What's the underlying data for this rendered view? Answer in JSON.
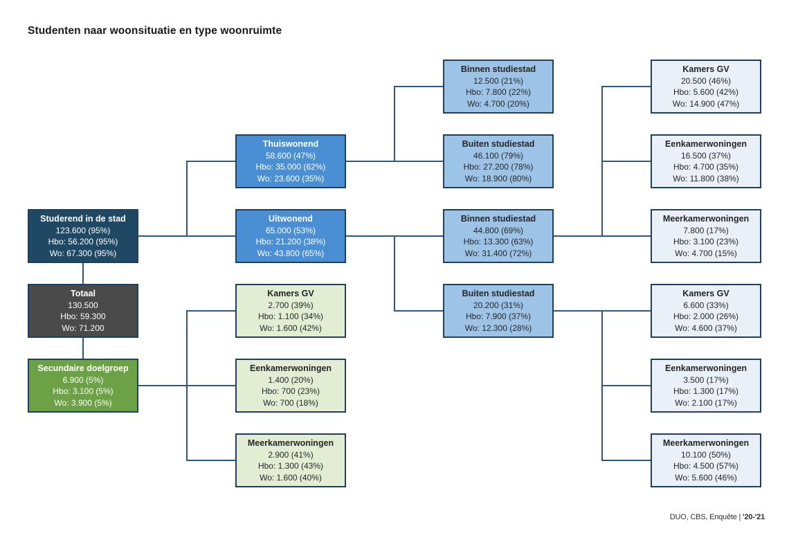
{
  "title": "Studenten naar woonsituatie en type woonruimte",
  "footer": {
    "source": "DUO, CBS, Enquête |",
    "period": "'20-'21"
  },
  "colors": {
    "navy": "#1F4864",
    "gray": "#4A4A4A",
    "green": "#6DA145",
    "blue": "#4A8FD3",
    "light_green": "#E3EDD4",
    "mid_blue": "#9DC3E6",
    "pale_blue": "#EAF0F8",
    "border": "#1F3F5F",
    "line": "#2E5878"
  },
  "nodes": [
    {
      "id": "stad",
      "title": "Studerend in de stad",
      "lines": [
        "123.600 (95%)",
        "Hbo: 56.200 (95%)",
        "Wo: 67.300 (95%)"
      ],
      "style": "navy",
      "col": 0,
      "row": 2
    },
    {
      "id": "totaal",
      "title": "Totaal",
      "lines": [
        "130.500",
        "Hbo: 59.300",
        "Wo: 71.200"
      ],
      "style": "gray",
      "col": 0,
      "row": 3
    },
    {
      "id": "secundair",
      "title": "Secundaire doelgroep",
      "lines": [
        "6.900 (5%)",
        "Hbo: 3.100 (5%)",
        "Wo: 3.900 (5%)"
      ],
      "style": "green",
      "col": 0,
      "row": 4
    },
    {
      "id": "thuis",
      "title": "Thuiswonend",
      "lines": [
        "58.600 (47%)",
        "Hbo: 35.000 (62%)",
        "Wo: 23.600 (35%)"
      ],
      "style": "blue",
      "col": 1,
      "row": 1
    },
    {
      "id": "uit",
      "title": "Uitwonend",
      "lines": [
        "65.000 (53%)",
        "Hbo: 21.200 (38%)",
        "Wo: 43.800 (65%)"
      ],
      "style": "blue",
      "col": 1,
      "row": 2
    },
    {
      "id": "kgv_sec",
      "title": "Kamers GV",
      "lines": [
        "2.700 (39%)",
        "Hbo: 1.100 (34%)",
        "Wo: 1.600 (42%)"
      ],
      "style": "lightgreen",
      "col": 1,
      "row": 3
    },
    {
      "id": "eenk_sec",
      "title": "Eenkamerwoningen",
      "lines": [
        "1.400 (20%)",
        "Hbo: 700 (23%)",
        "Wo: 700 (18%)"
      ],
      "style": "lightgreen",
      "col": 1,
      "row": 4
    },
    {
      "id": "meerk_sec",
      "title": "Meerkamerwoningen",
      "lines": [
        "2.900 (41%)",
        "Hbo: 1.300 (43%)",
        "Wo: 1.600 (40%)"
      ],
      "style": "lightgreen",
      "col": 1,
      "row": 5
    },
    {
      "id": "binnen1",
      "title": "Binnen studiestad",
      "lines": [
        "12.500 (21%)",
        "Hbo: 7.800 (22%)",
        "Wo: 4.700 (20%)"
      ],
      "style": "midblue",
      "col": 2,
      "row": 0
    },
    {
      "id": "buiten1",
      "title": "Buiten studiestad",
      "lines": [
        "46.100 (79%)",
        "Hbo: 27.200 (78%)",
        "Wo: 18.900 (80%)"
      ],
      "style": "midblue",
      "col": 2,
      "row": 1
    },
    {
      "id": "binnen2",
      "title": "Binnen studiestad",
      "lines": [
        "44.800 (69%)",
        "Hbo: 13.300 (63%)",
        "Wo: 31.400 (72%)"
      ],
      "style": "midblue",
      "col": 2,
      "row": 2
    },
    {
      "id": "buiten2",
      "title": "Buiten studiestad",
      "lines": [
        "20.200 (31%)",
        "Hbo: 7.900 (37%)",
        "Wo: 12.300 (28%)"
      ],
      "style": "midblue",
      "col": 2,
      "row": 3
    },
    {
      "id": "kgv1",
      "title": "Kamers GV",
      "lines": [
        "20.500 (46%)",
        "Hbo: 5.600 (42%)",
        "Wo: 14.900 (47%)"
      ],
      "style": "paleblue",
      "col": 3,
      "row": 0
    },
    {
      "id": "eenk1",
      "title": "Eenkamerwoningen",
      "lines": [
        "16.500 (37%)",
        "Hbo: 4.700 (35%)",
        "Wo: 11.800 (38%)"
      ],
      "style": "paleblue",
      "col": 3,
      "row": 1
    },
    {
      "id": "meerk1",
      "title": "Meerkamerwoningen",
      "lines": [
        "7.800 (17%)",
        "Hbo: 3.100 (23%)",
        "Wo: 4.700 (15%)"
      ],
      "style": "paleblue",
      "col": 3,
      "row": 2
    },
    {
      "id": "kgv2",
      "title": "Kamers GV",
      "lines": [
        "6.600 (33%)",
        "Hbo: 2.000 (26%)",
        "Wo: 4.600 (37%)"
      ],
      "style": "paleblue",
      "col": 3,
      "row": 3
    },
    {
      "id": "eenk2",
      "title": "Eenkamerwoningen",
      "lines": [
        "3.500 (17%)",
        "Hbo: 1.300 (17%)",
        "Wo: 2.100 (17%)"
      ],
      "style": "paleblue",
      "col": 3,
      "row": 4
    },
    {
      "id": "meerk2",
      "title": "Meerkamerwoningen",
      "lines": [
        "10.100 (50%)",
        "Hbo: 4.500 (57%)",
        "Wo: 5.600 (46%)"
      ],
      "style": "paleblue",
      "col": 3,
      "row": 5
    }
  ],
  "edges": [
    {
      "from": "stad",
      "to": [
        "thuis",
        "uit"
      ]
    },
    {
      "from": "secundair",
      "to": [
        "kgv_sec",
        "eenk_sec",
        "meerk_sec"
      ]
    },
    {
      "from": "thuis",
      "to": [
        "binnen1",
        "buiten1"
      ]
    },
    {
      "from": "uit",
      "to": [
        "binnen2",
        "buiten2"
      ]
    },
    {
      "from": "binnen2",
      "to": [
        "kgv1",
        "eenk1",
        "meerk1"
      ]
    },
    {
      "from": "buiten2",
      "to": [
        "kgv2",
        "eenk2",
        "meerk2"
      ]
    }
  ],
  "stack_links": [
    [
      "stad",
      "totaal"
    ],
    [
      "totaal",
      "secundair"
    ]
  ]
}
